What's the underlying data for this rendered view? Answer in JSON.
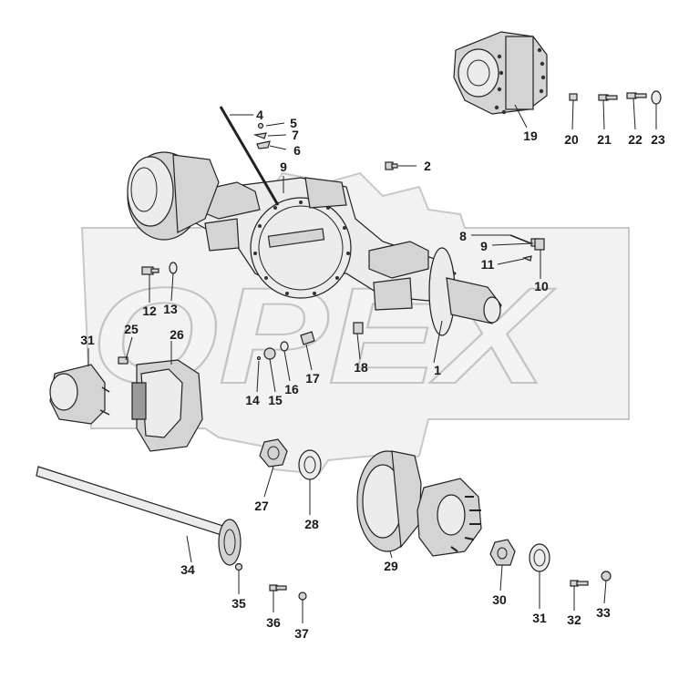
{
  "watermark": {
    "text": "OPEX"
  },
  "callouts": [
    {
      "id": "c1",
      "label": "1"
    },
    {
      "id": "c2",
      "label": "2"
    },
    {
      "id": "c4",
      "label": "4"
    },
    {
      "id": "c5",
      "label": "5"
    },
    {
      "id": "c7",
      "label": "7"
    },
    {
      "id": "c6",
      "label": "6"
    },
    {
      "id": "c9a",
      "label": "9"
    },
    {
      "id": "c8",
      "label": "8"
    },
    {
      "id": "c9b",
      "label": "9"
    },
    {
      "id": "c11",
      "label": "11"
    },
    {
      "id": "c10",
      "label": "10"
    },
    {
      "id": "c12",
      "label": "12"
    },
    {
      "id": "c13",
      "label": "13"
    },
    {
      "id": "c25",
      "label": "25"
    },
    {
      "id": "c26",
      "label": "26"
    },
    {
      "id": "c31a",
      "label": "31"
    },
    {
      "id": "c14",
      "label": "14"
    },
    {
      "id": "c15",
      "label": "15"
    },
    {
      "id": "c16",
      "label": "16"
    },
    {
      "id": "c17",
      "label": "17"
    },
    {
      "id": "c18",
      "label": "18"
    },
    {
      "id": "c19",
      "label": "19"
    },
    {
      "id": "c20",
      "label": "20"
    },
    {
      "id": "c21",
      "label": "21"
    },
    {
      "id": "c22",
      "label": "22"
    },
    {
      "id": "c23",
      "label": "23"
    },
    {
      "id": "c27",
      "label": "27"
    },
    {
      "id": "c28",
      "label": "28"
    },
    {
      "id": "c29",
      "label": "29"
    },
    {
      "id": "c34",
      "label": "34"
    },
    {
      "id": "c35",
      "label": "35"
    },
    {
      "id": "c36",
      "label": "36"
    },
    {
      "id": "c37",
      "label": "37"
    },
    {
      "id": "c30",
      "label": "30"
    },
    {
      "id": "c31b",
      "label": "31"
    },
    {
      "id": "c32",
      "label": "32"
    },
    {
      "id": "c33",
      "label": "33"
    }
  ]
}
